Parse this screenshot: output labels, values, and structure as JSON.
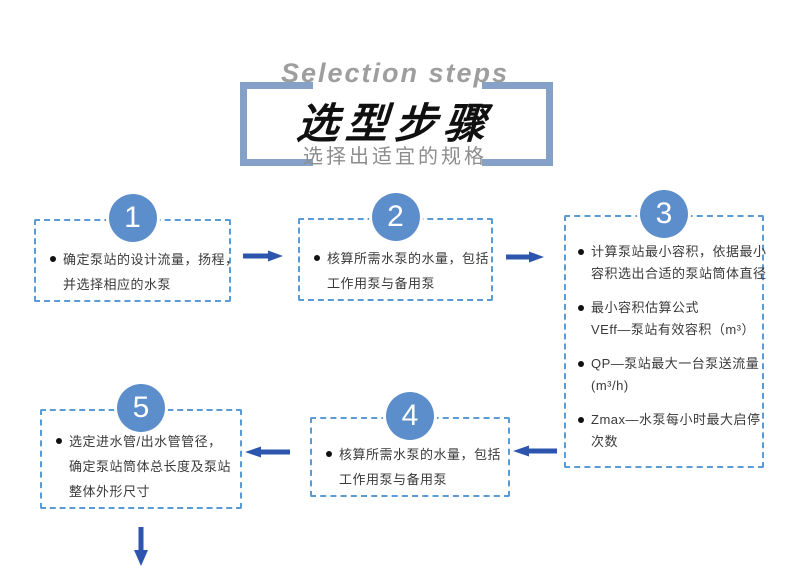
{
  "header": {
    "title_en": "Selection steps",
    "title_zh": "选型步骤",
    "subtitle": "选择出适宜的规格"
  },
  "steps": [
    {
      "number": "1",
      "items": [
        {
          "lines": [
            "确定泵站的设计流量，扬程，",
            "并选择相应的水泵"
          ]
        }
      ]
    },
    {
      "number": "2",
      "items": [
        {
          "lines": [
            "核算所需水泵的水量，包括",
            "工作用泵与备用泵"
          ]
        }
      ]
    },
    {
      "number": "3",
      "items": [
        {
          "lines": [
            "计算泵站最小容积，依据最小",
            "容积选出合适的泵站筒体直径"
          ]
        },
        {
          "lines": [
            "最小容积估算公式",
            "VEff—泵站有效容积（m³）"
          ]
        },
        {
          "lines": [
            "QP—泵站最大一台泵送流量",
            "(m³/h)"
          ]
        },
        {
          "lines": [
            "Zmax—水泵每小时最大启停",
            "次数"
          ]
        }
      ]
    },
    {
      "number": "4",
      "items": [
        {
          "lines": [
            "核算所需水泵的水量，包括",
            "工作用泵与备用泵"
          ]
        }
      ]
    },
    {
      "number": "5",
      "items": [
        {
          "lines": [
            "选定进水管/出水管管径，",
            "确定泵站筒体总长度及泵站",
            "整体外形尺寸"
          ]
        }
      ]
    }
  ],
  "icons": {
    "arrow_right": "➡",
    "arrow_left": "⬅",
    "arrow_down": "⬇",
    "bullet": "●"
  },
  "colors": {
    "box_border": "#5b9bd5",
    "circle_fill": "#5d8ecc",
    "arrow": "#2e55ad",
    "bracket": "#85a1c7",
    "text": "#3a3a3a"
  }
}
